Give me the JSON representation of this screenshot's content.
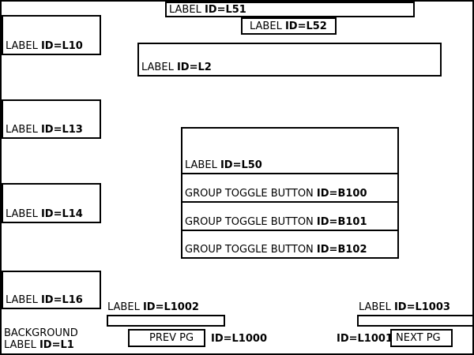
{
  "background": {
    "word": "BACKGROUND",
    "kind": "LABEL",
    "id": "ID=L1"
  },
  "labels": {
    "l51": {
      "kind": "LABEL",
      "id": "ID=L51"
    },
    "l52": {
      "kind": "LABEL",
      "id": "ID=L52"
    },
    "l10": {
      "kind": "LABEL",
      "id": "ID=L10"
    },
    "l2": {
      "kind": "LABEL",
      "id": "ID=L2"
    },
    "l13": {
      "kind": "LABEL",
      "id": "ID=L13"
    },
    "l14": {
      "kind": "LABEL",
      "id": "ID=L14"
    },
    "l16": {
      "kind": "LABEL",
      "id": "ID=L16"
    },
    "l50": {
      "kind": "LABEL",
      "id": "ID=L50"
    },
    "l1002": {
      "kind": "LABEL",
      "id": "ID=L1002"
    },
    "l1003": {
      "kind": "LABEL",
      "id": "ID=L1003"
    },
    "l1000": {
      "id": "ID=L1000"
    },
    "l1001": {
      "id": "ID=L1001"
    }
  },
  "toggles": [
    {
      "kind": "GROUP TOGGLE BUTTON",
      "id": "ID=B100"
    },
    {
      "kind": "GROUP TOGGLE BUTTON",
      "id": "ID=B101"
    },
    {
      "kind": "GROUP TOGGLE BUTTON",
      "id": "ID=B102"
    }
  ],
  "nav": {
    "prev": "PREV PG",
    "next": "NEXT PG"
  }
}
